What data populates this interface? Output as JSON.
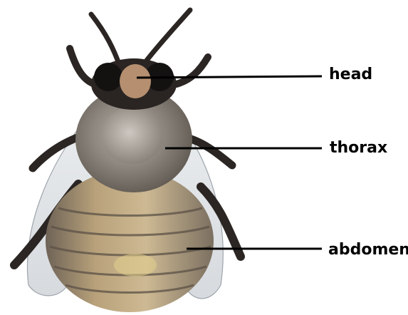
{
  "diagram": {
    "subject": "bee",
    "labels": {
      "head": "head",
      "thorax": "thorax",
      "abdomen": "abdomen"
    }
  },
  "colors": {
    "background": "#ffffff",
    "text": "#000000",
    "leader_line": "#000000",
    "head_dark": "#1f1c1b",
    "face_tan": "#b58f6f",
    "thorax_gray": "#8b847c",
    "thorax_spot": "#a7a19a",
    "abdomen_tan": "#c3ad84",
    "abdomen_band": "#6e6357",
    "wing": "#d7dce0",
    "legs": "#2b2623"
  }
}
